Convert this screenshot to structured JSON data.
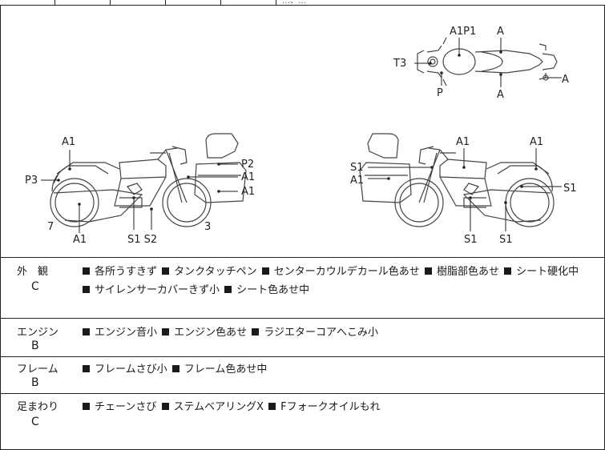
{
  "header": {
    "partial_text": "…、…"
  },
  "diagram": {
    "top_view": {
      "labels": [
        "A1P1",
        "A",
        "T3",
        "A",
        "P",
        "A"
      ]
    },
    "left_side": {
      "labels": [
        "A1",
        "P2",
        "P3",
        "A1",
        "A1",
        "7",
        "A1",
        "S1 S2",
        "3"
      ]
    },
    "right_side": {
      "labels": [
        "A1",
        "A1",
        "S1",
        "A1",
        "S1",
        "S1",
        "S1"
      ]
    }
  },
  "rows": [
    {
      "category": "外　観",
      "grade": "C",
      "lines": [
        [
          "各所うすきず",
          "タンクタッチペン",
          "センターカウルデカール色あせ",
          "樹脂部色あせ",
          "シート硬化中"
        ],
        [
          "サイレンサーカバーきず小",
          "シート色あせ中"
        ]
      ]
    },
    {
      "category": "エンジン",
      "grade": "B",
      "lines": [
        [
          "エンジン音小",
          "エンジン色あせ",
          "ラジエターコアへこみ小"
        ]
      ]
    },
    {
      "category": "フレーム",
      "grade": "B",
      "lines": [
        [
          "フレームさび小",
          "フレーム色あせ中"
        ]
      ]
    },
    {
      "category": "足まわり",
      "grade": "C",
      "lines": [
        [
          "チェーンさび",
          "ステムベアリングX",
          "Fフォークオイルもれ"
        ]
      ]
    }
  ]
}
